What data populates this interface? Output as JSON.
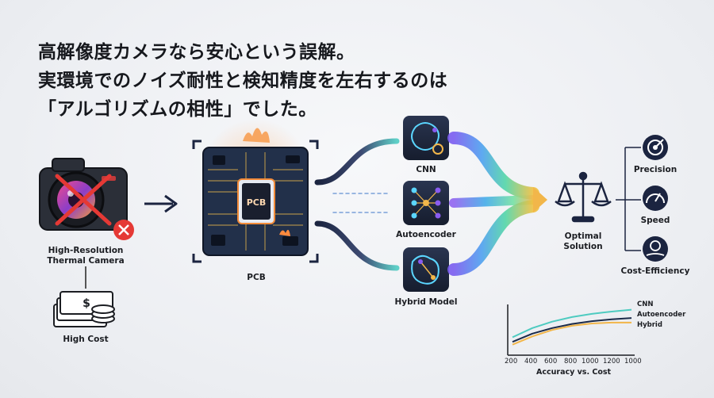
{
  "headline": {
    "line1": "高解像度カメラなら安心という誤解。",
    "line2": "実環境でのノイズ耐性と検知精度を左右するのは",
    "line3": "「アルゴリズムの相性」でした。"
  },
  "camera": {
    "label_line1": "High-Resolution",
    "label_line2": "Thermal Camera"
  },
  "cost": {
    "label": "High Cost"
  },
  "pcb": {
    "chip_text": "PCB",
    "label": "PCB"
  },
  "models": {
    "cnn": "CNN",
    "autoencoder": "Autoencoder",
    "hybrid": "Hybrid Model"
  },
  "solution": {
    "line1": "Optimal",
    "line2": "Solution"
  },
  "outcomes": {
    "precision": "Precision",
    "speed": "Speed",
    "cost_efficiency": "Cost-Efficiency"
  },
  "colors": {
    "cnn": "#4ecbc0",
    "autoencoder": "#1b2a4a",
    "hybrid": "#f2b64a",
    "accent": "#8a5cf0"
  },
  "chart_data": {
    "type": "line",
    "xlabel": "Accuracy vs. Cost",
    "x_ticks": [
      "200",
      "400",
      "600",
      "800",
      "1000",
      "1200",
      "1000"
    ],
    "series": [
      {
        "name": "CNN",
        "values": [
          0.32,
          0.52,
          0.66,
          0.76,
          0.83,
          0.88,
          0.92
        ]
      },
      {
        "name": "Autoencoder",
        "values": [
          0.22,
          0.4,
          0.52,
          0.61,
          0.67,
          0.71,
          0.74
        ]
      },
      {
        "name": "Hybrid",
        "values": [
          0.16,
          0.34,
          0.48,
          0.57,
          0.62,
          0.64,
          0.64
        ]
      }
    ],
    "ylim": [
      0,
      1
    ]
  }
}
